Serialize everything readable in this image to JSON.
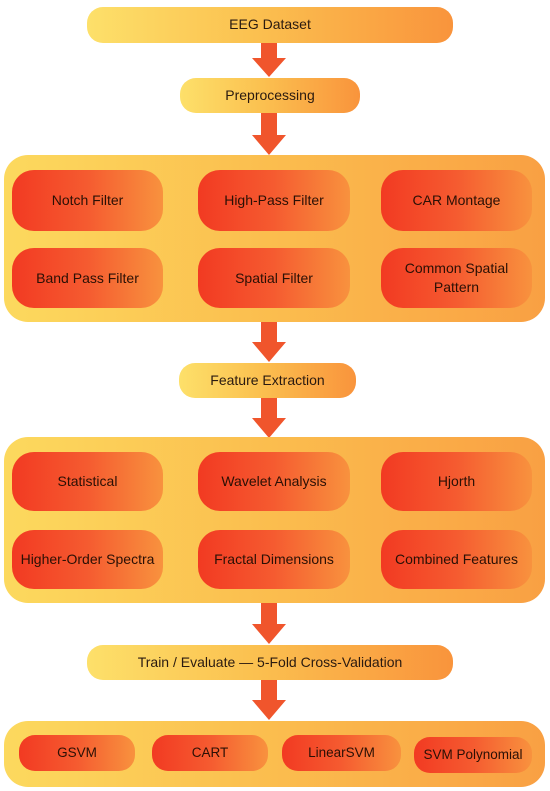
{
  "steps": {
    "dataset": "EEG Dataset",
    "preprocessing": "Preprocessing",
    "feature_extraction": "Feature Extraction",
    "train_evaluate": "Train / Evaluate — 5-Fold Cross-Validation"
  },
  "preprocessing_steps": {
    "notch": "Notch Filter",
    "highpass": "High-Pass Filter",
    "car": "CAR Montage",
    "csp": "Common Spatial Pattern",
    "spatial": "Spatial Filter",
    "bandpass": "Band Pass Filter"
  },
  "features": {
    "statistical": "Statistical",
    "wavelet": "Wavelet Analysis",
    "hjorth": "Hjorth",
    "hos": "Higher-Order Spectra",
    "fractal": "Fractal Dimensions",
    "combined": "Combined Features"
  },
  "classifiers": {
    "gsvm": "GSVM",
    "cart": "CART",
    "linearsvm": "LinearSVM",
    "svm_poly": "SVM Polynomial"
  },
  "colors": {
    "pill_start": "#fde06a",
    "pill_end": "#f9943c",
    "box_start": "#f23a22",
    "box_end": "#f8923e",
    "arrow": "#f0552c"
  }
}
